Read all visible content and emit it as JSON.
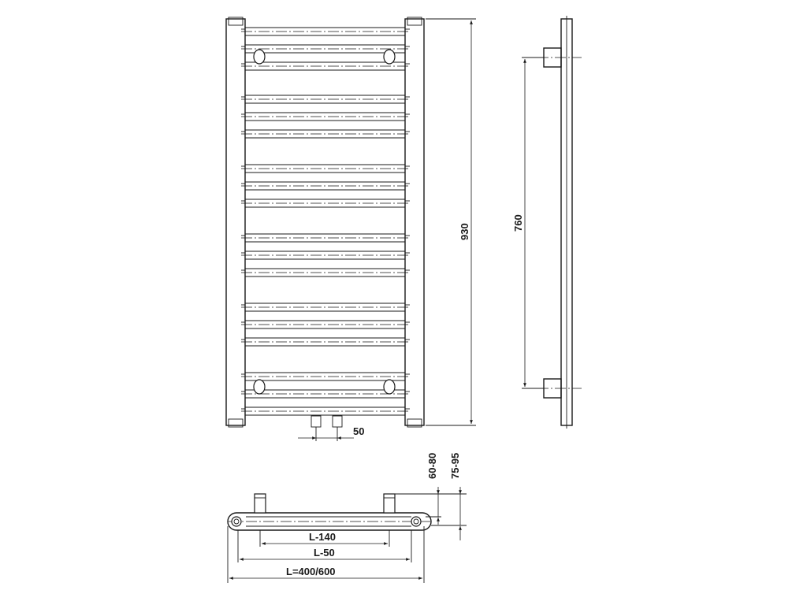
{
  "dimensions": {
    "height_total": "930",
    "mount_spacing": "760",
    "inlet_spacing": "50",
    "wall_offset_min": "60-80",
    "wall_offset_max": "75-95",
    "inner_spacing": "L-140",
    "mid_spacing": "L-50",
    "total_width": "L=400/600"
  }
}
